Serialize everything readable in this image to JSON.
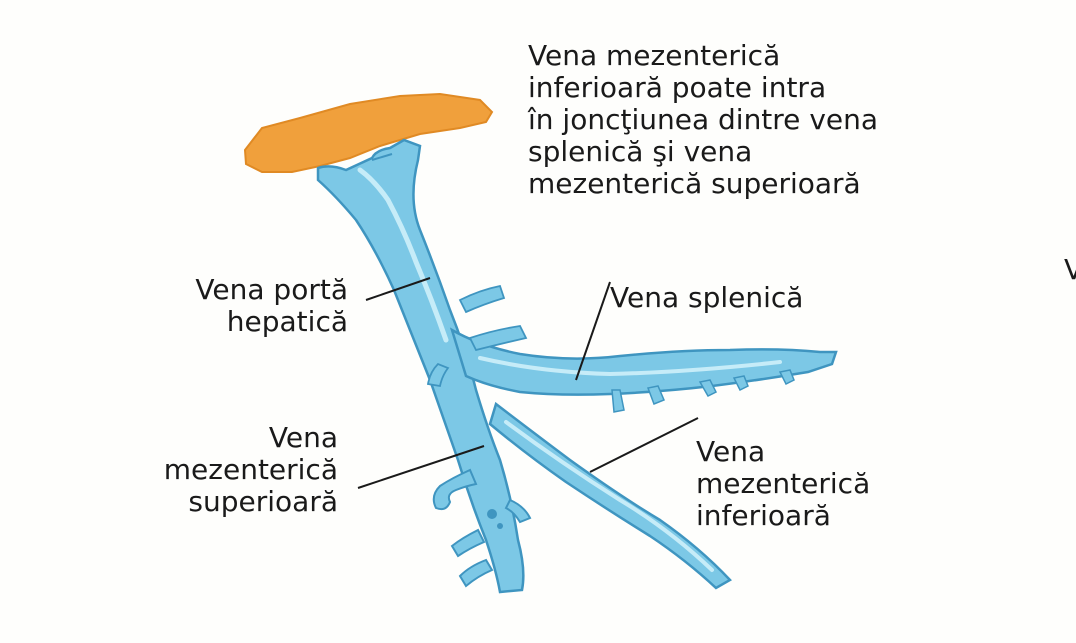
{
  "labels": {
    "note": "Vena mezenterică\ninferioară poate intra\nîn joncţiunea dintre vena\nsplenică şi vena\nmezenterică superioară",
    "portal": "Vena portă\nhepatică",
    "splenic": "Vena splenică",
    "superior": "Vena\nmezenterică\nsuperioară",
    "inferior": "Vena\nmezenterică\ninferioară",
    "edge": "V"
  },
  "colors": {
    "liver": "#f0a03c",
    "vein": "#7cc8e6",
    "vein_dark": "#3f95c0",
    "vein_light": "#c6ecf8",
    "leader": "#1a1a1a"
  }
}
